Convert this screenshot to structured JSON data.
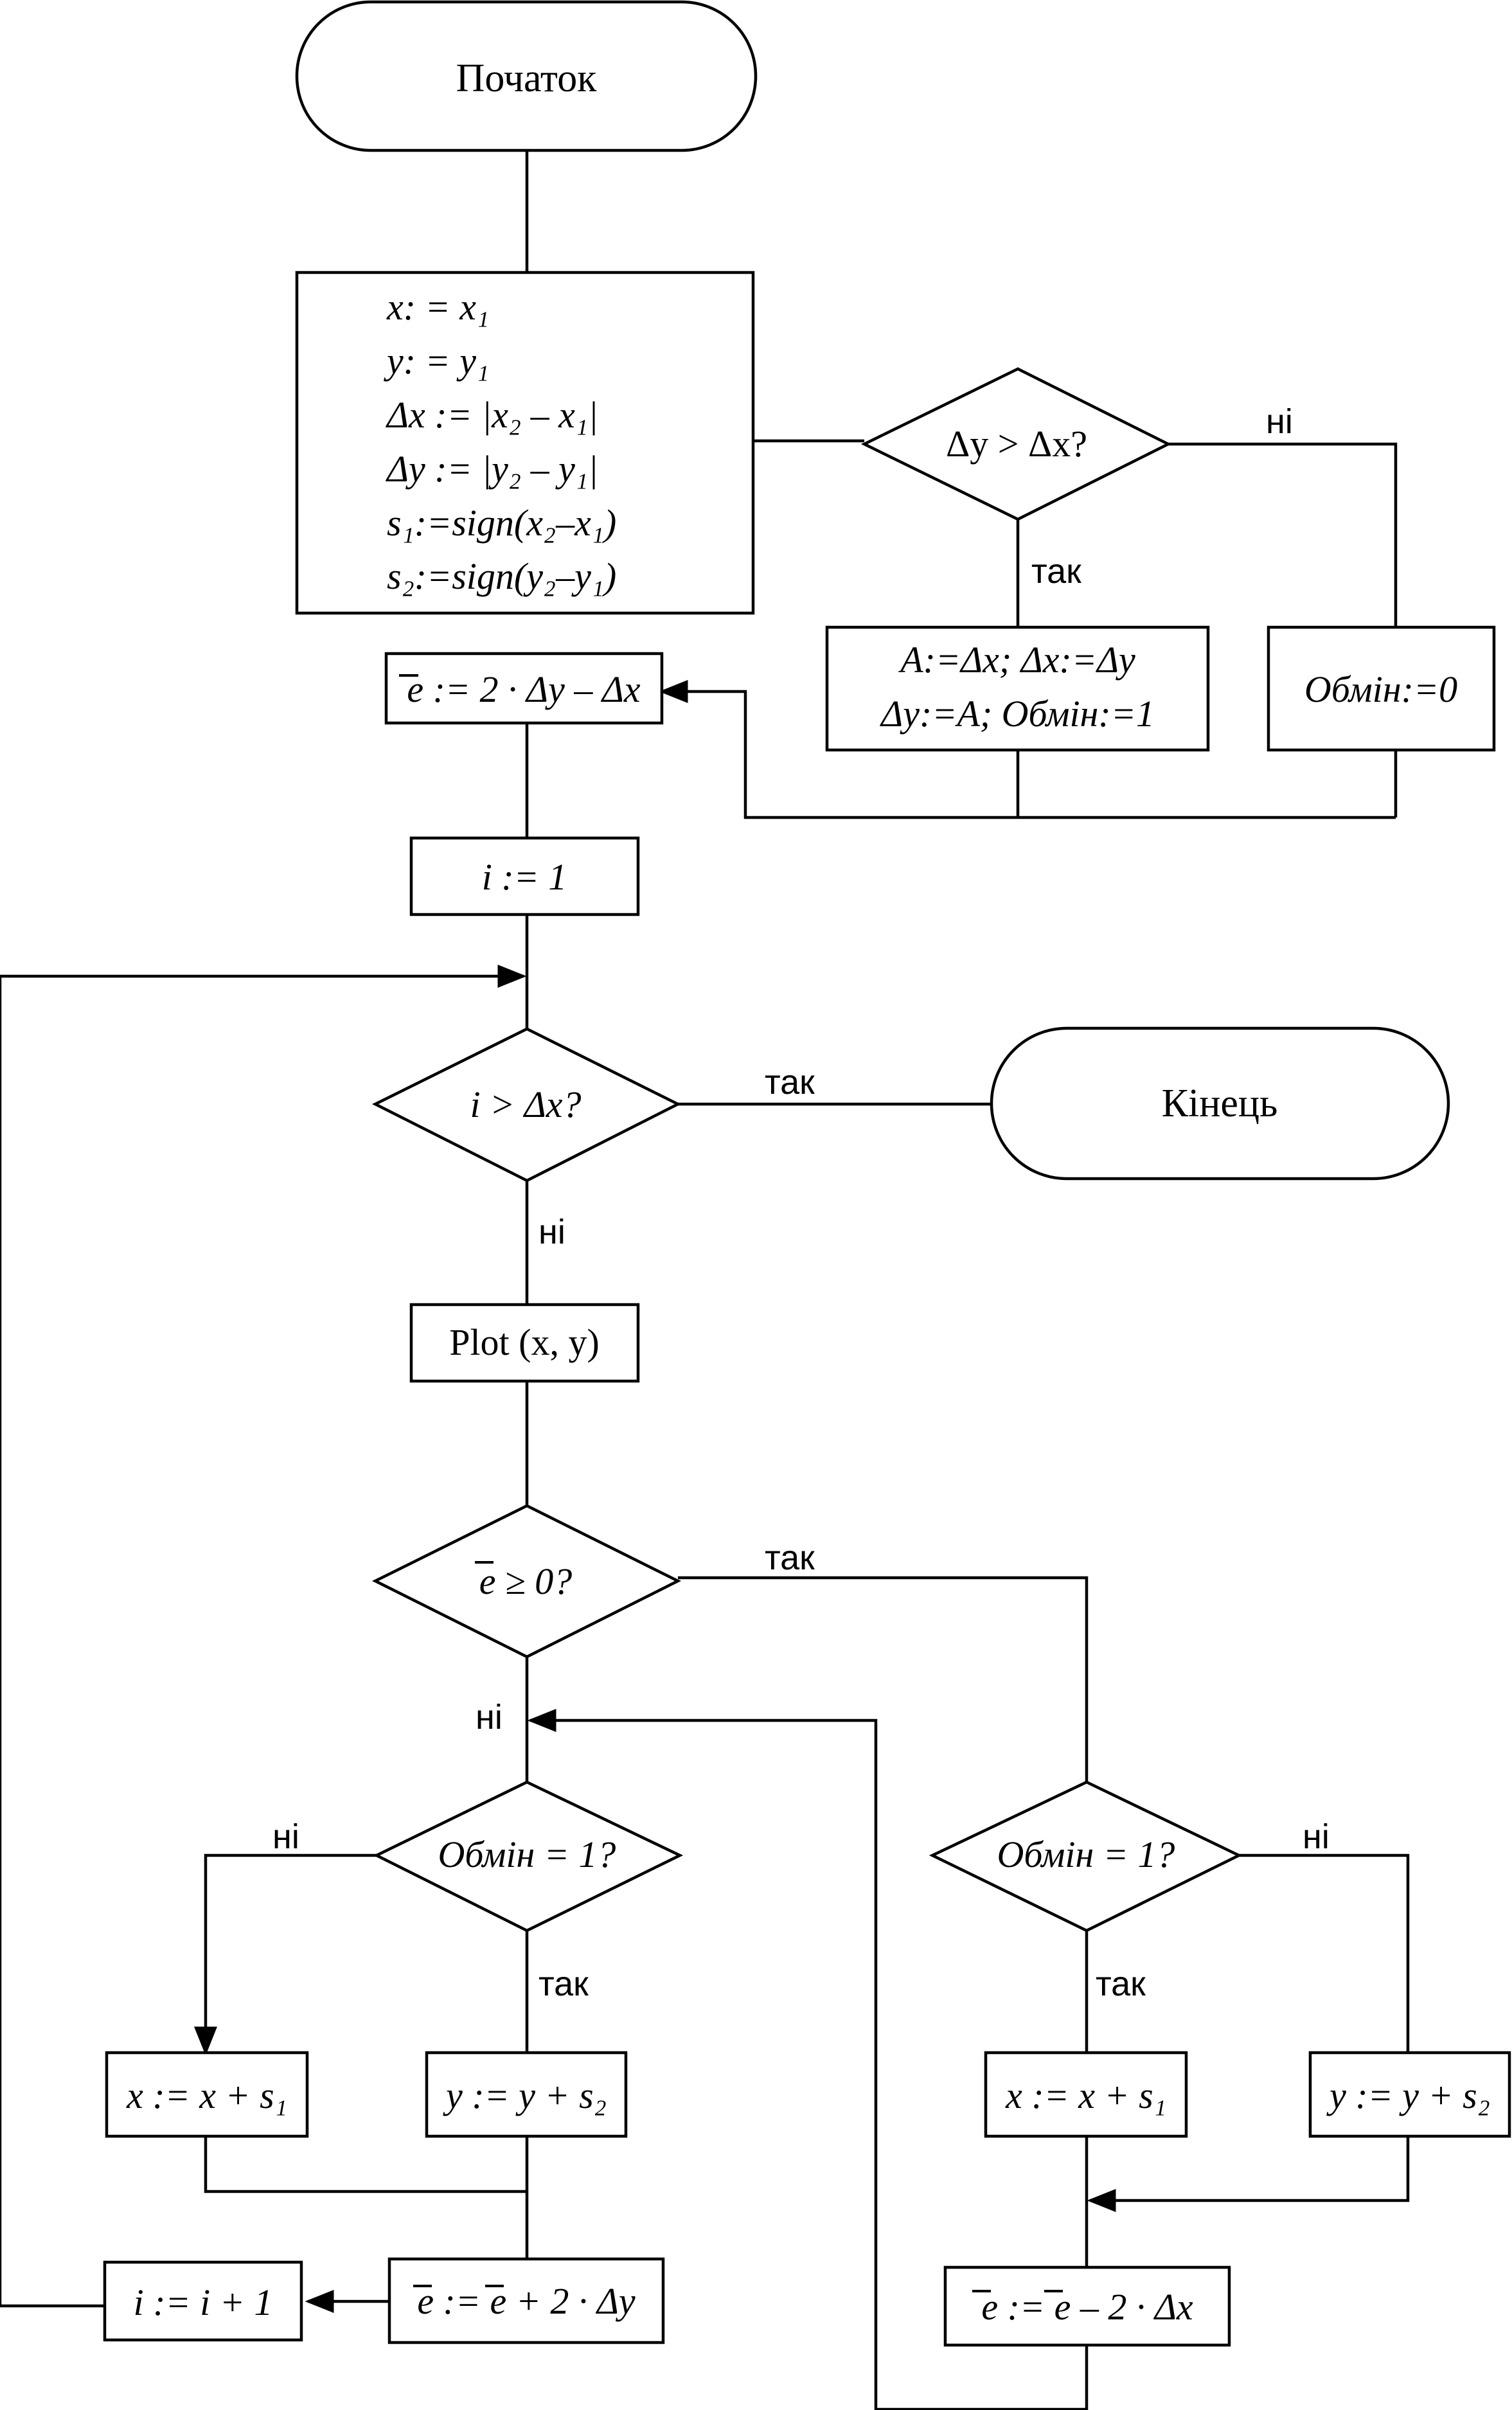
{
  "nodes": {
    "start": "Початок",
    "end": "Кінець",
    "init": [
      "x: = x₁",
      "y: = y₁",
      "Δx := |x₂ – x₁|",
      "Δy := |y₂ – y₁|",
      "s₁:=sign(x₂–x₁)",
      "s₂:=sign(y₂–y₁)"
    ],
    "cond_dy_dx": "Δy > Δx?",
    "swap": [
      "A:=Δx; Δx:=Δy",
      "Δy:=A; Обмін:=1"
    ],
    "no_swap": "Обмін:=0",
    "e_init": "e := 2 · Δy – Δx",
    "i_init": "i := 1",
    "cond_i": "i > Δx?",
    "plot": "Plot (x, y)",
    "cond_e": "e ≥ 0?",
    "cond_swap_left": "Обмін = 1?",
    "cond_swap_right": "Обмін = 1?",
    "x_inc_left": "x := x + s₁",
    "y_inc_left": "y := y + s₂",
    "x_inc_right": "x := x + s₁",
    "y_inc_right": "y := y + s₂",
    "e_plus": "e := e + 2 · Δy",
    "e_minus": "e := e – 2 · Δx",
    "i_inc": "i := i + 1"
  },
  "edge_labels": {
    "dy_dx_no": "ні",
    "dy_dx_yes": "так",
    "i_yes": "так",
    "i_no": "ні",
    "e_yes": "так",
    "e_no": "ні",
    "left_no": "ні",
    "left_yes": "так",
    "right_no": "ні",
    "right_yes": "так"
  }
}
